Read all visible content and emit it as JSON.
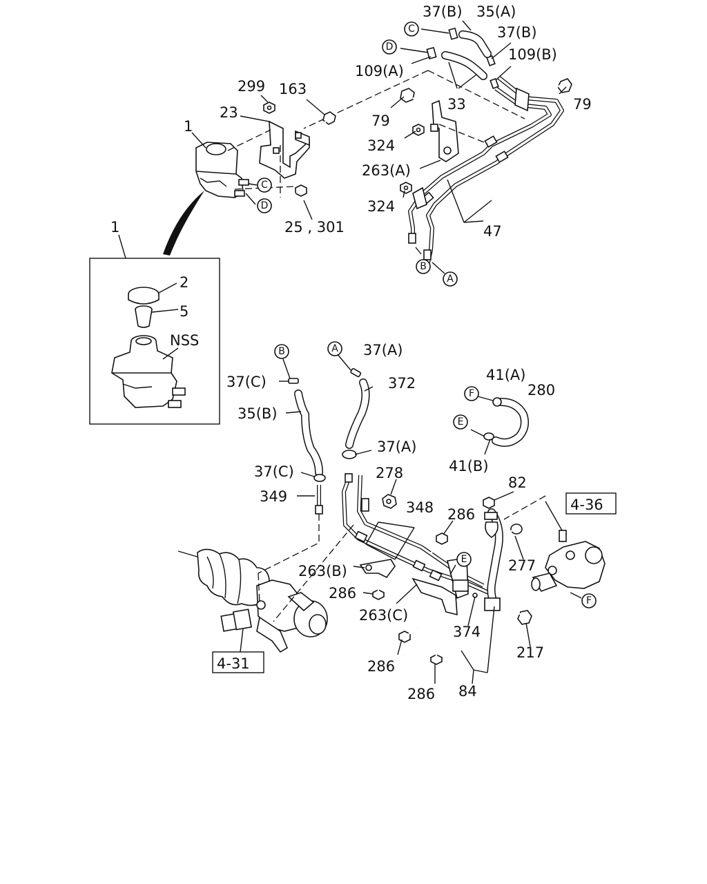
{
  "callouts": {
    "p37B_top": "37(B)",
    "p35A": "35(A)",
    "p37B_right": "37(B)",
    "p109B": "109(B)",
    "p109A": "109(A)",
    "p33": "33",
    "p79_right": "79",
    "p79_mid": "79",
    "p299": "299",
    "p163": "163",
    "p23": "23",
    "p1_top": "1",
    "p324_a": "324",
    "p263A": "263(A)",
    "p324_b": "324",
    "p25_301": "25 , 301",
    "p47": "47",
    "p1_inset": "1",
    "p2": "2",
    "p5": "5",
    "pNSS": "NSS",
    "p37A_a": "37(A)",
    "p372": "372",
    "p37C_a": "37(C)",
    "p35B": "35(B)",
    "p41A": "41(A)",
    "p280": "280",
    "p37A_b": "37(A)",
    "p41B": "41(B)",
    "p37C_b": "37(C)",
    "p278": "278",
    "p82": "82",
    "p349": "349",
    "p348": "348",
    "p286_a": "286",
    "p277": "277",
    "p263B": "263(B)",
    "p286_b": "286",
    "p263C": "263(C)",
    "p374": "374",
    "p217": "217",
    "p286_c": "286",
    "p286_d": "286",
    "p84": "84"
  },
  "connectors": {
    "C_top": "C",
    "D_top": "D",
    "C_res": "C",
    "D_res": "D",
    "B_pipe": "B",
    "A_pipe": "A",
    "B_lower": "B",
    "A_lower": "A",
    "F_hose": "F",
    "E_hose": "E",
    "E_bracket": "E",
    "F_pump": "F"
  },
  "refs": {
    "ref_4_36": "4-36",
    "ref_4_31": "4-31"
  }
}
